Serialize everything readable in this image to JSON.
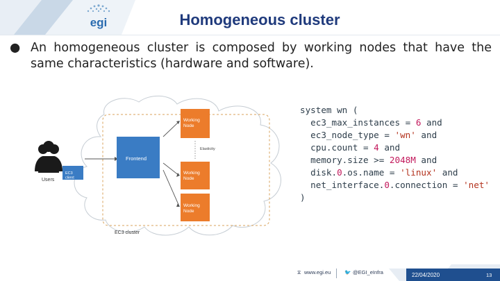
{
  "header": {
    "title": "Homogeneous cluster",
    "logo_text": "egi"
  },
  "bullet": {
    "symbol": "●",
    "text": "An homogeneous cluster is composed by working nodes that have the same characteristics (hardware and software)."
  },
  "diagram": {
    "working_node_1": "Working Node",
    "working_node_2": "Working Node",
    "working_node_3": "Working Node",
    "frontend": "Frontend",
    "ec3_client": "EC3 client",
    "users": "Users",
    "elasticity": "Elasticity",
    "cluster_label": "EC3 cluster"
  },
  "code": {
    "lines": [
      "system wn (",
      "  ec3_max_instances = 6 and",
      "  ec3_node_type = 'wn' and",
      "  cpu.count = 4 and",
      "  memory.size >= 2048M and",
      "  disk.0.os.name = 'linux' and",
      "  net_interface.0.connection = 'net'",
      ")"
    ]
  },
  "footer": {
    "website": "www.egi.eu",
    "twitter": "@EGI_eInfra",
    "date": "22/04/2020",
    "page": "13"
  },
  "colors": {
    "title": "#1f3a7c",
    "node_orange": "#ec7c2b",
    "frontend_blue": "#3a7cc4",
    "footer_blue": "#1f4f8f"
  }
}
